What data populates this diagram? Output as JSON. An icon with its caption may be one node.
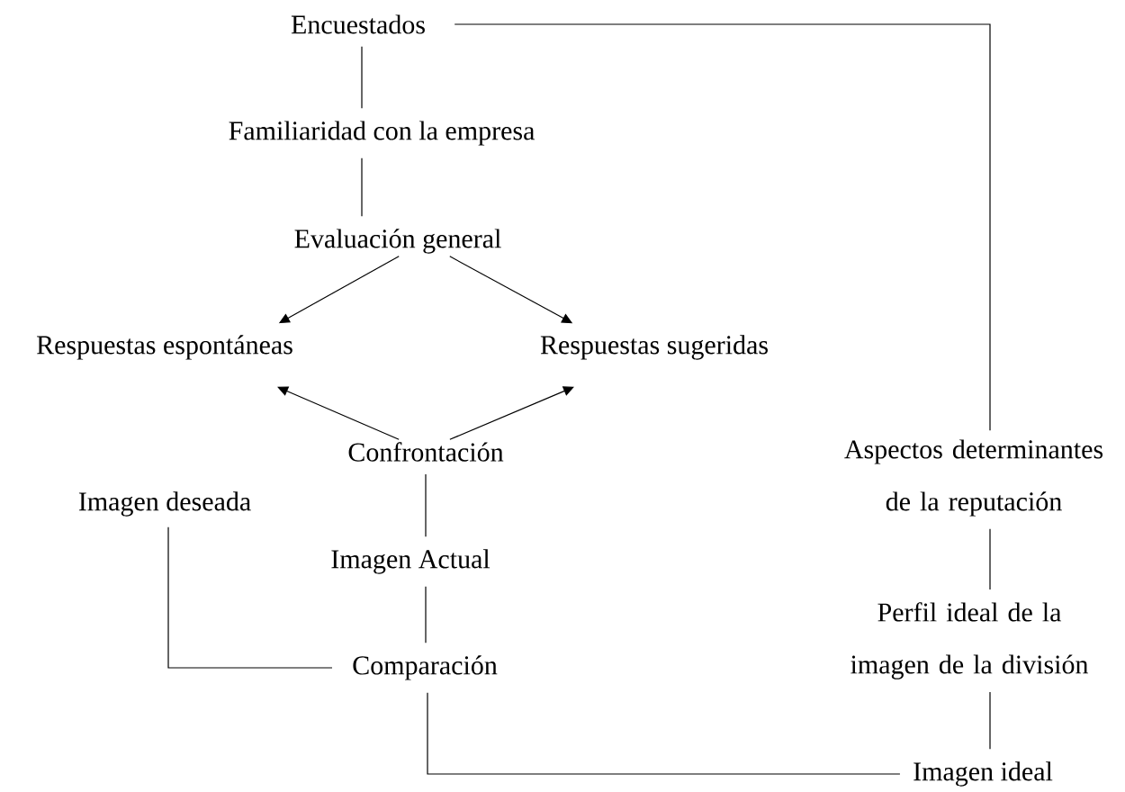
{
  "diagram": {
    "nodes": [
      {
        "text": [
          "Encuestados"
        ]
      },
      {
        "text": [
          "Familiaridad con la empresa"
        ]
      },
      {
        "text": [
          "Evaluación general"
        ]
      },
      {
        "text": [
          "Respuestas espontáneas"
        ]
      },
      {
        "text": [
          "Respuestas sugeridas"
        ]
      },
      {
        "text": [
          "Confrontación"
        ]
      },
      {
        "text": [
          "Imagen deseada"
        ]
      },
      {
        "text": [
          "Imagen Actual"
        ]
      },
      {
        "text": [
          "Comparación"
        ]
      },
      {
        "text": [
          "Aspectos determinantes de la reputación"
        ]
      },
      {
        "text": [
          "Perfil ideal de la imagen de la división"
        ]
      },
      {
        "text": [
          "Imagen ideal"
        ]
      }
    ],
    "edges": [
      {
        "from": 0,
        "to": 1,
        "arrow": "none"
      },
      {
        "from": 1,
        "to": 2,
        "arrow": "none"
      },
      {
        "from": 2,
        "to": 3,
        "arrow": "to"
      },
      {
        "from": 2,
        "to": 4,
        "arrow": "to"
      },
      {
        "from": 5,
        "to": 3,
        "arrow": "to"
      },
      {
        "from": 5,
        "to": 4,
        "arrow": "to"
      },
      {
        "from": 5,
        "to": 7,
        "arrow": "none"
      },
      {
        "from": 7,
        "to": 8,
        "arrow": "none"
      },
      {
        "from": 6,
        "to": 8,
        "arrow": "none"
      },
      {
        "from": 0,
        "to": 9,
        "arrow": "none"
      },
      {
        "from": 9,
        "to": 10,
        "arrow": "none"
      },
      {
        "from": 10,
        "to": 11,
        "arrow": "none"
      },
      {
        "from": 8,
        "to": 11,
        "arrow": "none"
      }
    ]
  }
}
